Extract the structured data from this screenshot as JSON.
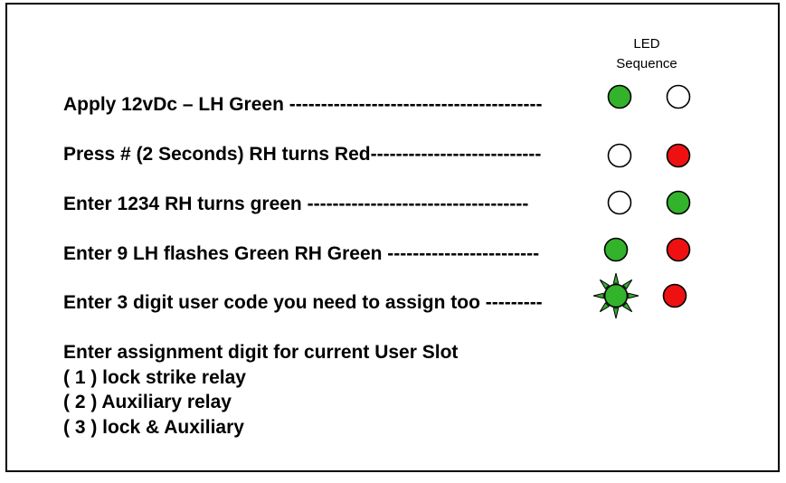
{
  "colors": {
    "green": "#33b22b",
    "red": "#ee1111",
    "off": "#ffffff",
    "outline": "#000000"
  },
  "header": {
    "line1": "LED",
    "line2": "Sequence"
  },
  "steps": [
    {
      "text": "Apply 12vDc – LH  Green ----------------------------------------",
      "lh": "green",
      "rh": "off",
      "lh_flashing": false
    },
    {
      "text": "Press # (2 Seconds) RH turns Red---------------------------",
      "lh": "off",
      "rh": "red",
      "lh_flashing": false
    },
    {
      "text": "Enter 1234  RH turns green -----------------------------------",
      "lh": "off",
      "rh": "green",
      "lh_flashing": false
    },
    {
      "text": "Enter 9 LH flashes Green RH Green ------------------------",
      "lh": "green",
      "rh": "red",
      "lh_flashing": false
    },
    {
      "text": "Enter 3 digit user code you need  to assign too ---------",
      "lh": "green",
      "rh": "red",
      "lh_flashing": true
    }
  ],
  "assignment": {
    "heading": "Enter assignment digit for current User Slot",
    "options": [
      "( 1 )  lock strike relay",
      "( 2 ) Auxiliary  relay",
      "( 3 )  lock & Auxiliary"
    ]
  }
}
